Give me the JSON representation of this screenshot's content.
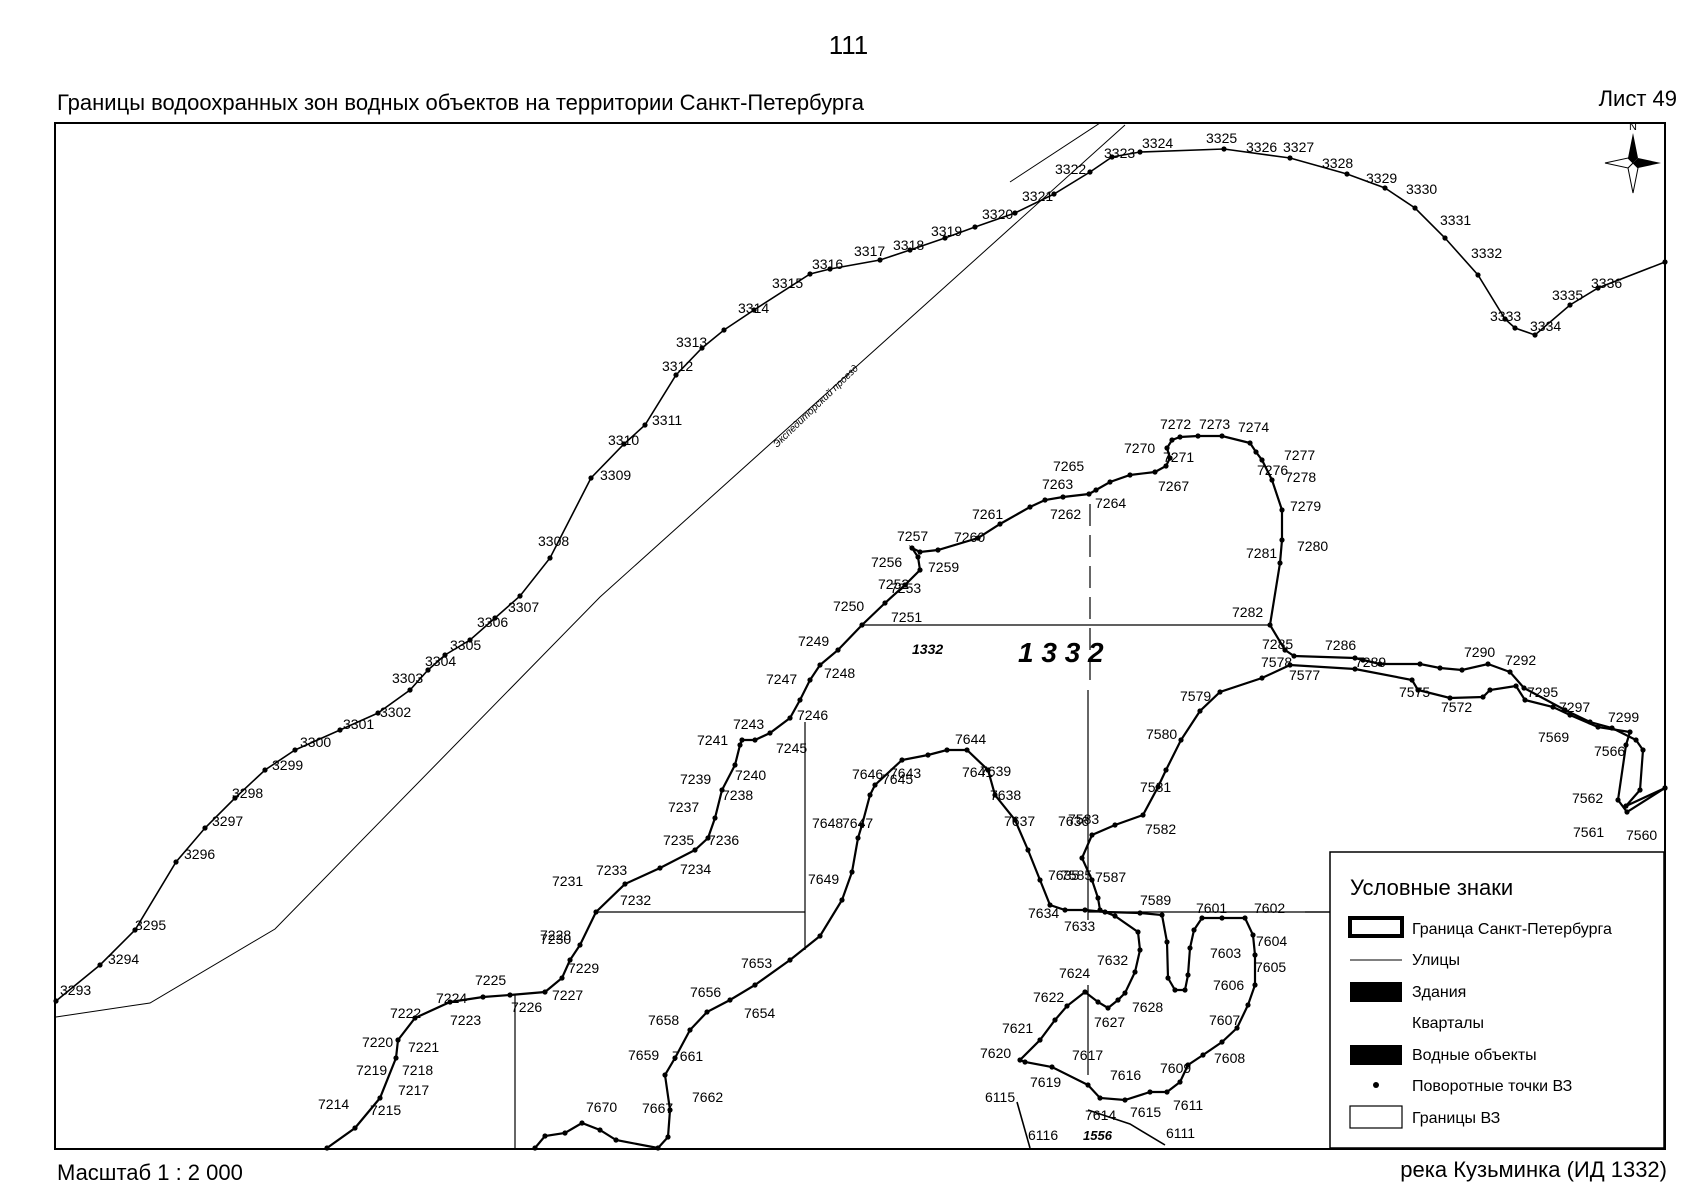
{
  "page_number": "111",
  "title": "Границы водоохранных зон водных объектов на территории Санкт-Петербурга",
  "sheet": "Лист 49",
  "scale": "Масштаб 1 : 2 000",
  "caption": "река Кузьминка (ИД 1332)",
  "block_label_large": "1 3 3 2",
  "block_label_small": "1332",
  "block_label_1556": "1556",
  "street_name": "Экспедиторский проезд",
  "compass": {
    "letter": "N",
    "icon": "compass-rose-icon"
  },
  "legend": {
    "title": "Условные знаки",
    "items": [
      {
        "label": "Граница Санкт-Петербурга",
        "symbol": "thick-outline-rect"
      },
      {
        "label": "Улицы",
        "symbol": "thin-line"
      },
      {
        "label": "Здания",
        "symbol": "black-rect"
      },
      {
        "label": "Кварталы",
        "symbol": "none"
      },
      {
        "label": "Водные объекты",
        "symbol": "black-rect"
      },
      {
        "label": "Поворотные точки ВЗ",
        "symbol": "dot"
      },
      {
        "label": "Границы ВЗ",
        "symbol": "thin-outline-rect"
      }
    ]
  },
  "point_labels": {
    "north_line": [
      "3293",
      "3294",
      "3295",
      "3296",
      "3297",
      "3298",
      "3299",
      "3300",
      "3301",
      "3302",
      "3303",
      "3304",
      "3305",
      "3306",
      "3307",
      "3308",
      "3309",
      "3310",
      "3311",
      "3312",
      "3313",
      "3314",
      "3315",
      "3316",
      "3317",
      "3318",
      "3319",
      "3320",
      "3321",
      "3322",
      "3323",
      "3324",
      "3325",
      "3326",
      "3327",
      "3328",
      "3329",
      "3330",
      "3331",
      "3332",
      "3333",
      "3334",
      "3335",
      "3336"
    ],
    "west_boundary": [
      "7214",
      "7215",
      "7217",
      "7218",
      "7219",
      "7220",
      "7221",
      "7222",
      "7223",
      "7224",
      "7225",
      "7226",
      "7227",
      "7228",
      "7229",
      "7230",
      "7231",
      "7232",
      "7233",
      "7234",
      "7235",
      "7236",
      "7237",
      "7238",
      "7239",
      "7240",
      "7241",
      "7243",
      "7245",
      "7246",
      "7247",
      "7248",
      "7249",
      "7250",
      "7251",
      "7252",
      "7253",
      "7256",
      "7257",
      "7259",
      "7260",
      "7261",
      "7262",
      "7263",
      "7264",
      "7265",
      "7267",
      "7270",
      "7271",
      "7272",
      "7273",
      "7274",
      "7276",
      "7277",
      "7278",
      "7279",
      "7280",
      "7281",
      "7282",
      "7285",
      "7286",
      "7289",
      "7290",
      "7292",
      "7295",
      "7297",
      "7299"
    ],
    "river_right_bank": [
      "7560",
      "7561",
      "7562",
      "7566",
      "7569",
      "7572",
      "7575",
      "7577",
      "7578",
      "7579",
      "7580",
      "7581",
      "7582",
      "7583",
      "7585",
      "7587",
      "7589",
      "7601",
      "7602",
      "7603",
      "7604",
      "7605",
      "7606",
      "7607",
      "7608",
      "7609",
      "7611",
      "7614",
      "7615",
      "7616",
      "7617",
      "7619",
      "7620",
      "7621",
      "7622",
      "7624",
      "7627",
      "7628",
      "7632",
      "7633",
      "7634",
      "7635",
      "7636",
      "7637",
      "7638",
      "7639",
      "7641",
      "7643",
      "7644",
      "7645",
      "7646",
      "7647",
      "7648",
      "7649",
      "7653",
      "7654",
      "7656",
      "7658",
      "7659",
      "7661",
      "7662",
      "7667",
      "7670"
    ],
    "other": [
      "6111",
      "6115",
      "6116"
    ]
  }
}
